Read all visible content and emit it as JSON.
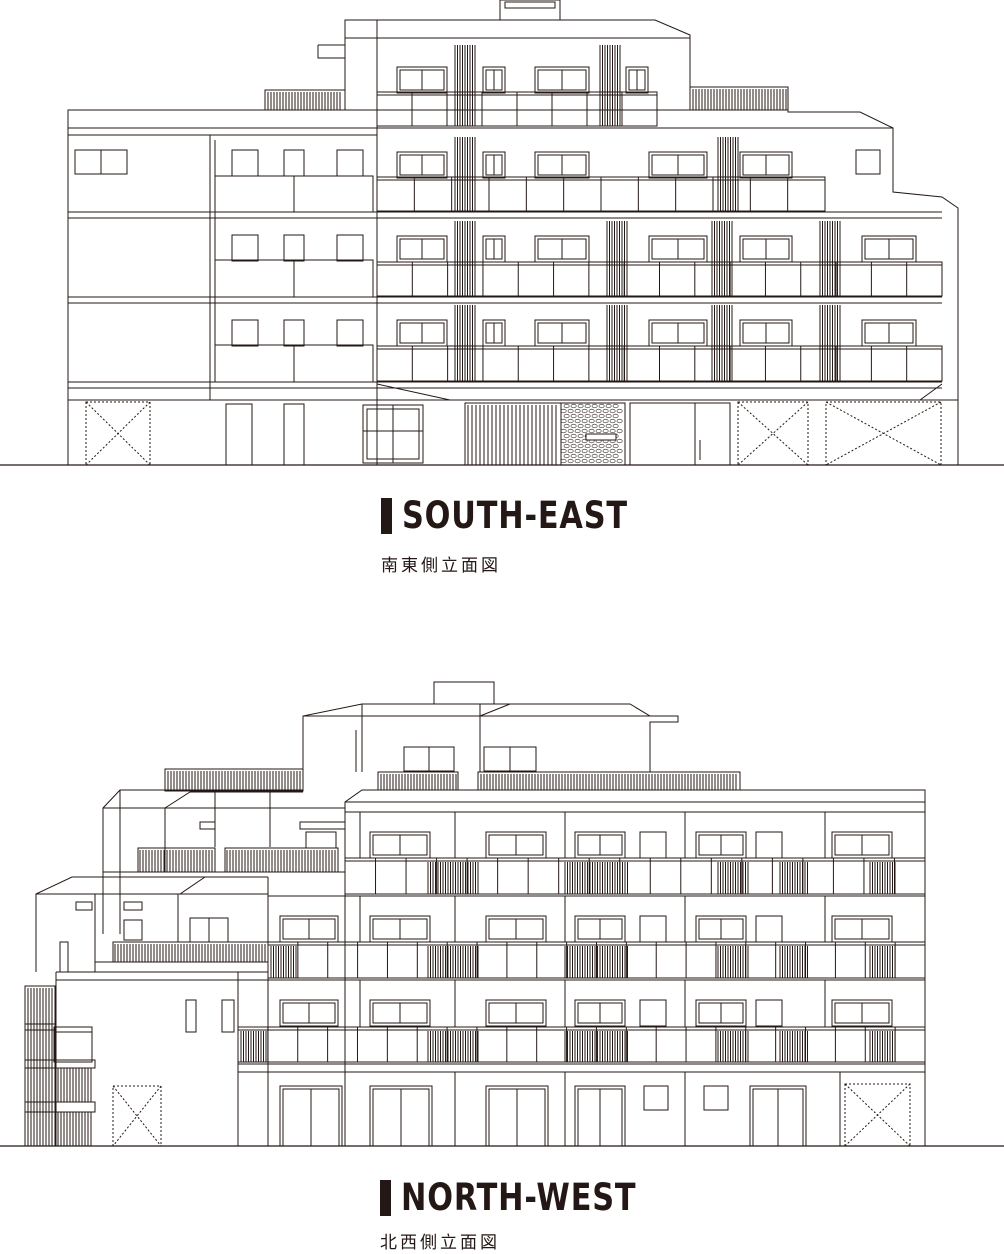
{
  "elevations": [
    {
      "id": "south-east",
      "title": "SOUTH-EAST",
      "subtitle": "南東側立面図"
    },
    {
      "id": "north-west",
      "title": "NORTH-WEST",
      "subtitle": "北西側立面図"
    }
  ],
  "colors": {
    "line": "#231815",
    "background": "#ffffff"
  }
}
